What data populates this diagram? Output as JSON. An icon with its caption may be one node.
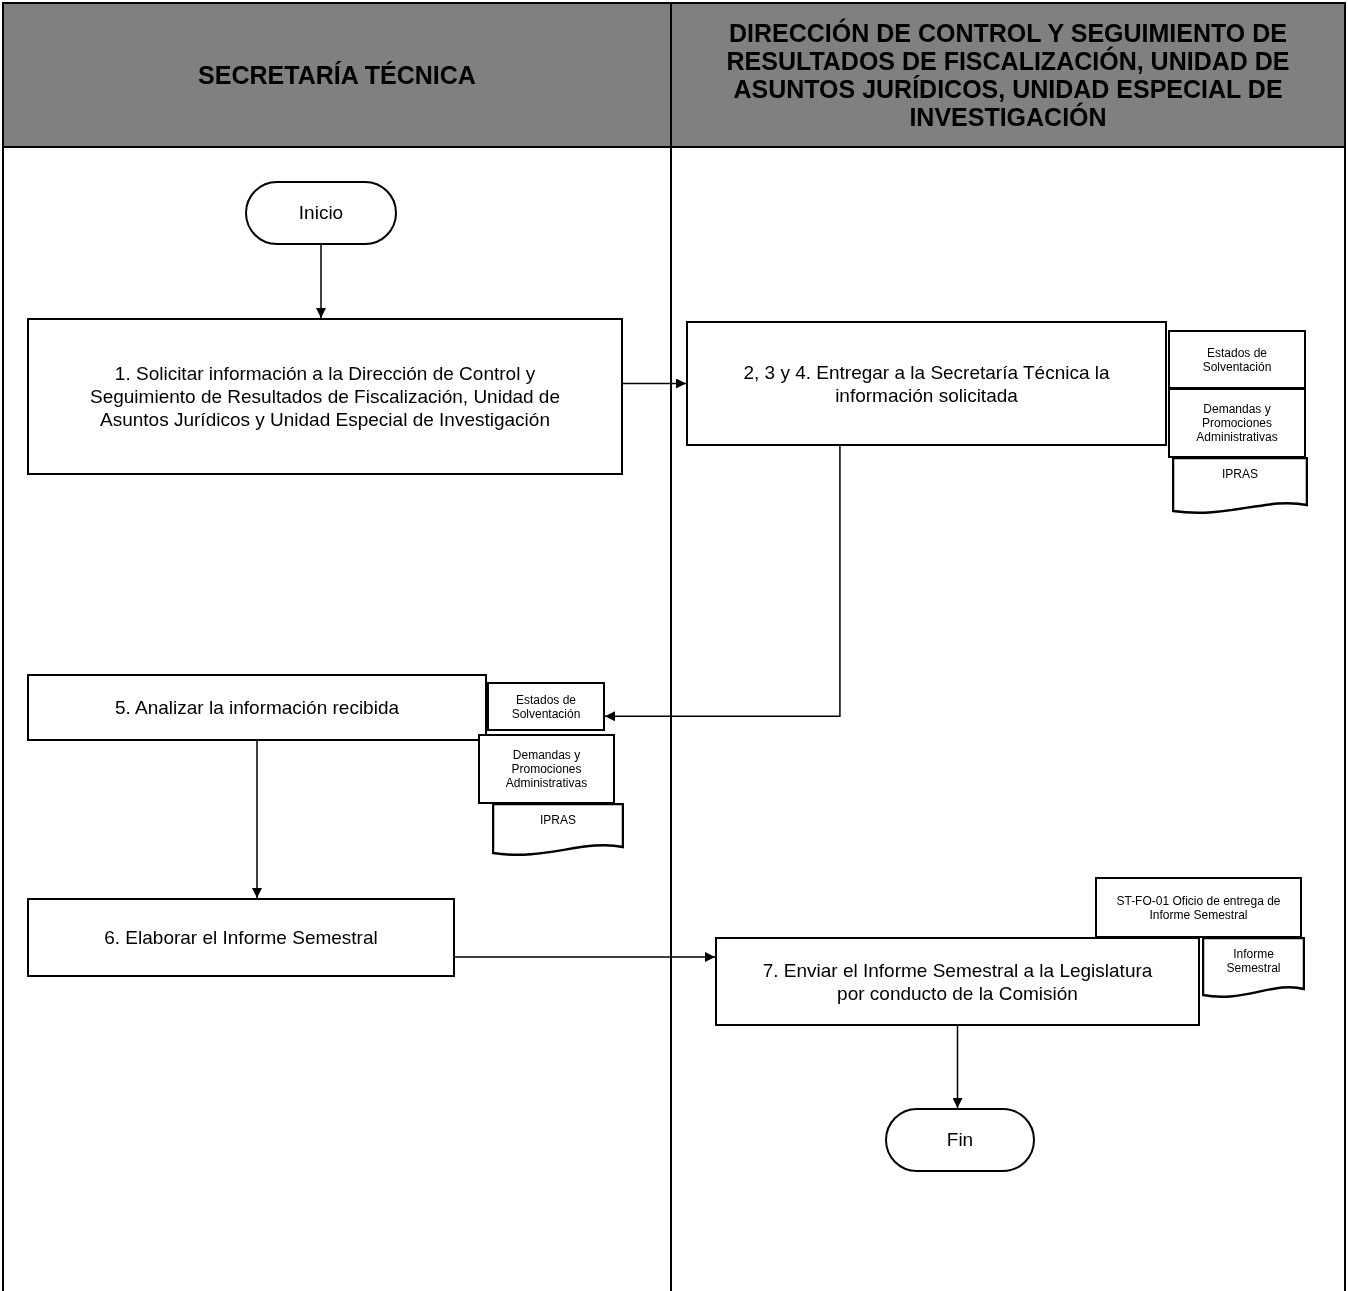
{
  "diagram": {
    "nodes": [
      {
        "text": [
          "SECRETARÍA TÉCNICA"
        ]
      },
      {
        "text": [
          "DIRECCIÓN DE CONTROL Y SEGUIMIENTO DE RESULTADOS DE FISCALIZACIÓN, UNIDAD DE ASUNTOS JURÍDICOS, UNIDAD ESPECIAL DE INVESTIGACIÓN"
        ]
      },
      {
        "text": [
          "Inicio"
        ],
        "in": 0
      },
      {
        "text": [
          "1. Solicitar información a la Dirección de Control y Seguimiento de Resultados de Fiscalización, Unidad de Asuntos Jurídicos y Unidad Especial de Investigación"
        ],
        "in": 0
      },
      {
        "text": [
          "2, 3 y 4. Entregar a la Secretaría Técnica la información solicitada"
        ],
        "in": 1
      },
      {
        "text": [
          "Estados de Solventación"
        ],
        "in": 1
      },
      {
        "text": [
          "Demandas y Promociones Administrativas"
        ],
        "in": 1
      },
      {
        "text": [
          "IPRAS"
        ],
        "in": 1
      },
      {
        "text": [
          "5. Analizar la información recibida"
        ],
        "in": 0
      },
      {
        "text": [
          "Estados de Solventación"
        ],
        "in": 0
      },
      {
        "text": [
          "Demandas y Promociones Administrativas"
        ],
        "in": 0
      },
      {
        "text": [
          "IPRAS"
        ],
        "in": 0
      },
      {
        "text": [
          "6. Elaborar el Informe Semestral"
        ],
        "in": 0
      },
      {
        "text": [
          "7. Enviar el Informe Semestral a la Legislatura por conducto de la Comisión"
        ],
        "in": 1
      },
      {
        "text": [
          "ST-FO-01 Oficio de entrega de Informe Semestral"
        ],
        "in": 1
      },
      {
        "text": [
          "Informe Semestral"
        ],
        "in": 1
      },
      {
        "text": [
          "Fin"
        ],
        "in": 1
      }
    ],
    "edges": [
      {
        "from": 2,
        "to": 3,
        "arrow": "to"
      },
      {
        "from": 3,
        "to": 4,
        "arrow": "to"
      },
      {
        "from": 4,
        "to": 9,
        "arrow": "to"
      },
      {
        "from": 8,
        "to": 12,
        "arrow": "to"
      },
      {
        "from": 12,
        "to": 13,
        "arrow": "to"
      },
      {
        "from": 13,
        "to": 16,
        "arrow": "to"
      }
    ]
  }
}
